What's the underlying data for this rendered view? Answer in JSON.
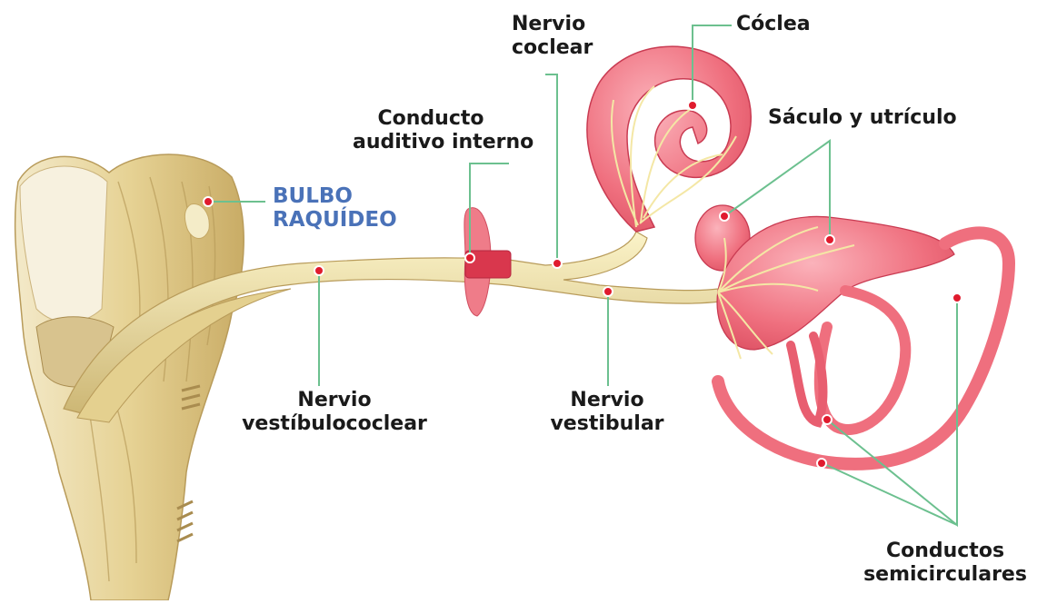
{
  "labels": {
    "bulbo_line1": "BULBO",
    "bulbo_line2": "RAQUÍDEO",
    "conducto_line1": "Conducto",
    "conducto_line2": "auditivo interno",
    "coclear_line1": "Nervio",
    "coclear_line2": "coclear",
    "coclea": "Cóclea",
    "saculo": "Sáculo y utrículo",
    "vestibulococlear_line1": "Nervio",
    "vestibulococlear_line2": "vestíbulococlear",
    "vestibular_line1": "Nervio",
    "vestibular_line2": "vestibular",
    "semicirculares_line1": "Conductos",
    "semicirculares_line2": "semicirculares"
  },
  "colors": {
    "leader_line": "#6cc08f",
    "marker_dot": "#e01b2e",
    "nerve": "#efe3a6",
    "ear_pink": "#ef6f7e",
    "label_text": "#1a1a1a",
    "label_blue": "#4a72b8"
  }
}
